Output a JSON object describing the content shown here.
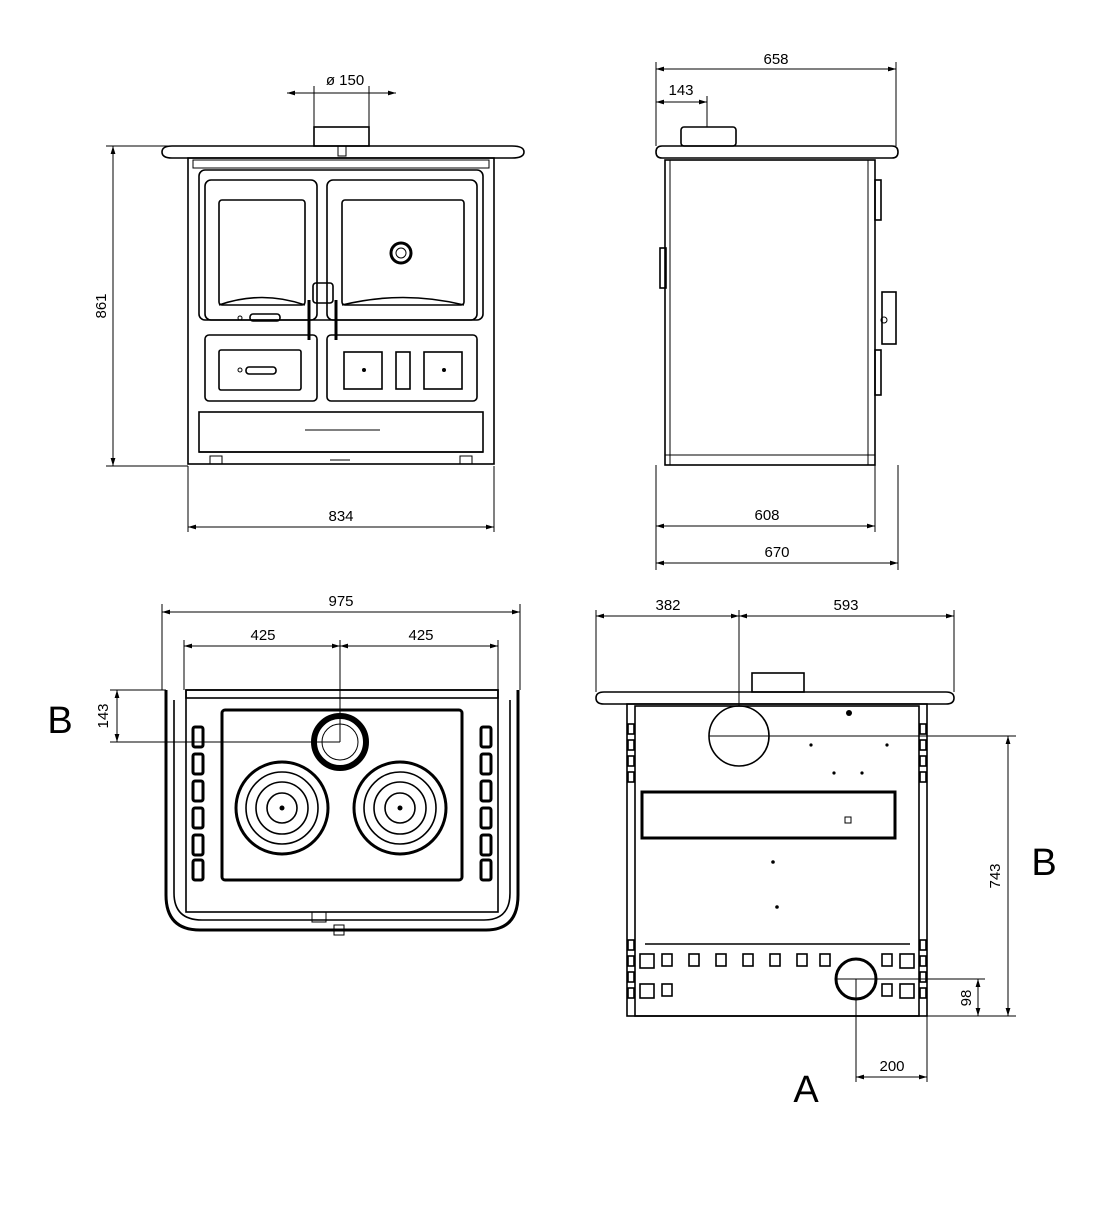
{
  "front_view": {
    "flue_diameter": "ø 150",
    "height": "861",
    "width": "834"
  },
  "side_view": {
    "total_depth": "658",
    "flue_offset": "143",
    "body_depth": "608",
    "overall_depth": "670"
  },
  "top_view": {
    "total_width": "975",
    "left_to_flue": "425",
    "flue_to_right": "425",
    "flue_from_front": "143",
    "label_b": "B"
  },
  "rear_view": {
    "left_to_flue": "382",
    "flue_to_right": "593",
    "upper_flue_height": "743",
    "lower_flue_height": "98",
    "lower_flue_offset": "200",
    "label_b": "B",
    "label_a": "A"
  }
}
